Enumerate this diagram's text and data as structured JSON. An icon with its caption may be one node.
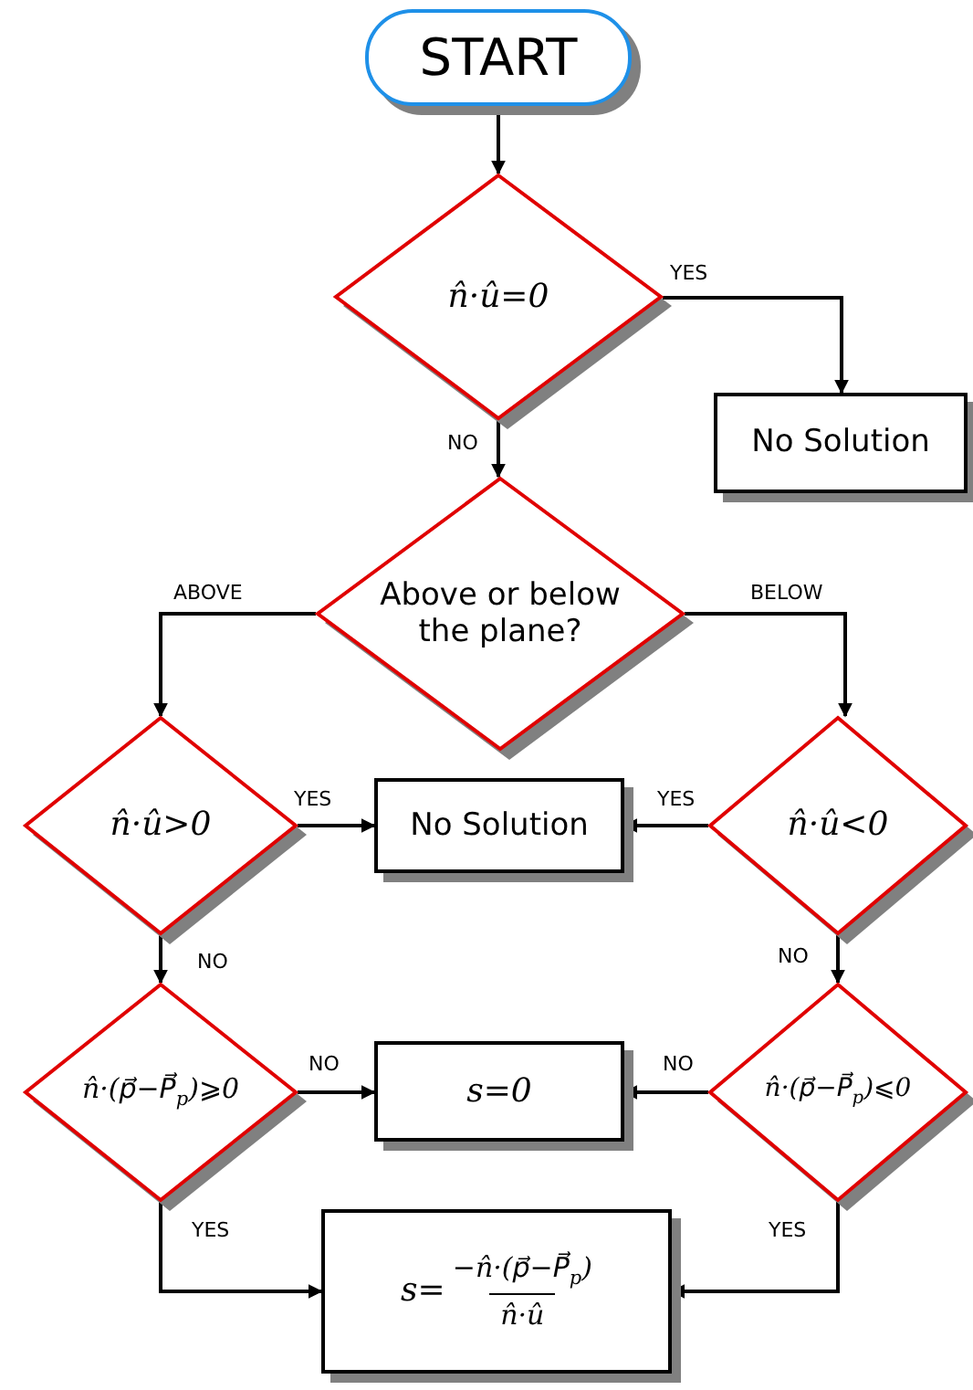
{
  "diagram": {
    "nodes": [
      {
        "text": [
          "START"
        ]
      },
      {
        "text": [
          "n̂·û=0"
        ]
      },
      {
        "text": [
          "No Solution"
        ]
      },
      {
        "text": [
          "Above or below the plane?"
        ]
      },
      {
        "text": [
          "n̂·û>0"
        ]
      },
      {
        "text": [
          "No Solution"
        ]
      },
      {
        "text": [
          "n̂·û<0"
        ]
      },
      {
        "text": [
          "n̂·(p⃗−P⃗$_{p}$)⩾0"
        ]
      },
      {
        "text": [
          "s=0"
        ]
      },
      {
        "text": [
          "n̂·(p⃗−P⃗$_{p}$)⩽0"
        ]
      },
      {
        "text": [
          "s=",
          "−n̂·(p⃗−P⃗$_{p}$)",
          "n̂·û"
        ]
      }
    ],
    "edges": [
      {
        "from": 0,
        "to": 1,
        "arrow": "to"
      },
      {
        "from": 1,
        "to": 2,
        "arrow": "to",
        "label": "YES"
      },
      {
        "from": 1,
        "to": 3,
        "arrow": "to",
        "label": "NO"
      },
      {
        "from": 3,
        "to": 4,
        "arrow": "to",
        "label": "ABOVE"
      },
      {
        "from": 3,
        "to": 6,
        "arrow": "to",
        "label": "BELOW"
      },
      {
        "from": 4,
        "to": 5,
        "arrow": "to",
        "label": "YES"
      },
      {
        "from": 6,
        "to": 5,
        "arrow": "to",
        "label": "YES"
      },
      {
        "from": 4,
        "to": 7,
        "arrow": "to",
        "label": "NO"
      },
      {
        "from": 6,
        "to": 9,
        "arrow": "to",
        "label": "NO"
      },
      {
        "from": 7,
        "to": 8,
        "arrow": "to",
        "label": "NO"
      },
      {
        "from": 9,
        "to": 8,
        "arrow": "to",
        "label": "NO"
      },
      {
        "from": 7,
        "to": 10,
        "arrow": "to",
        "label": "YES"
      },
      {
        "from": 9,
        "to": 10,
        "arrow": "to",
        "label": "YES"
      }
    ]
  }
}
